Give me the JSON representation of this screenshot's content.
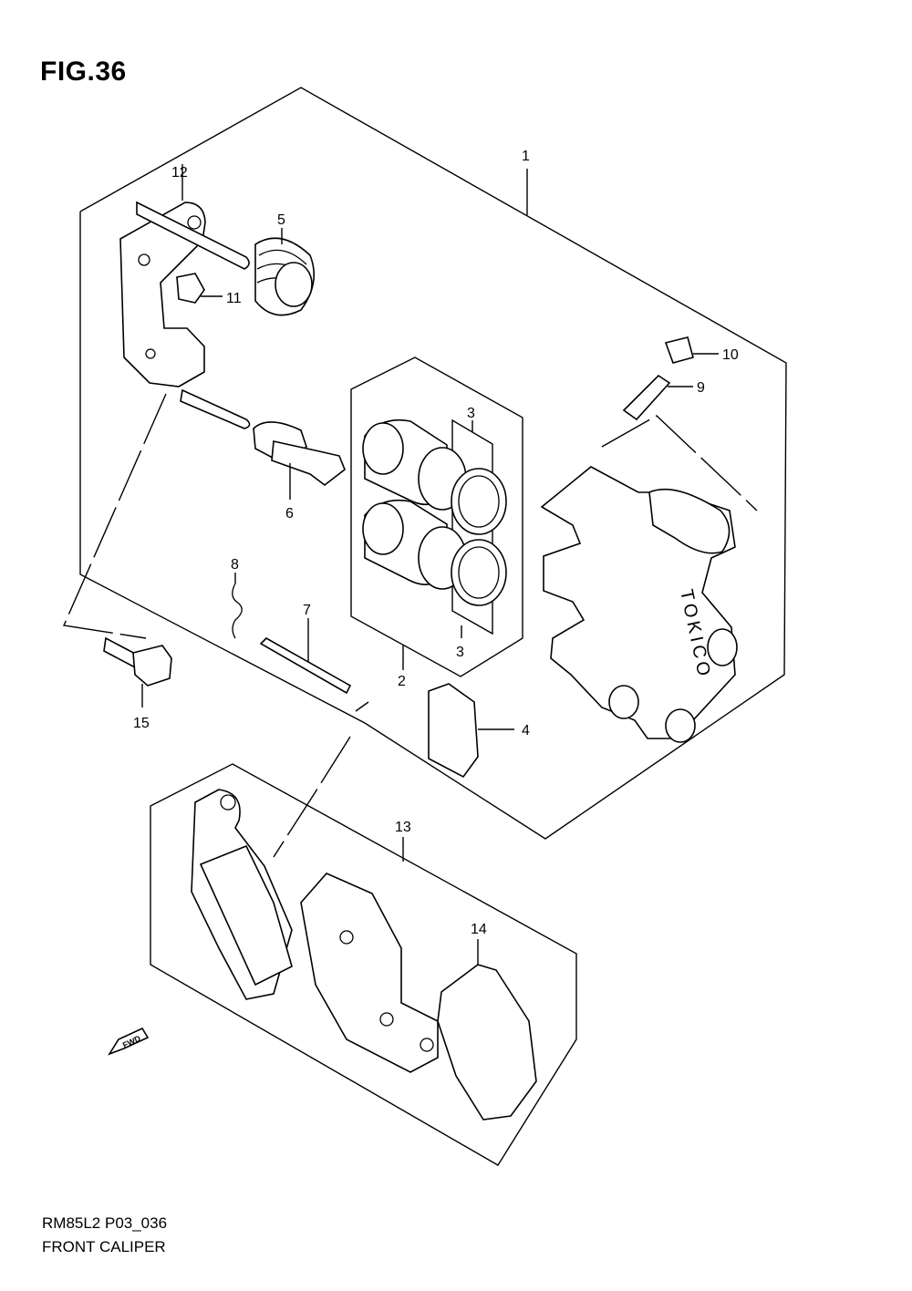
{
  "figure": {
    "title": "FIG.36",
    "code": "RM85L2 P03_036",
    "name": "FRONT CALIPER"
  },
  "callouts": [
    "1",
    "2",
    "3",
    "3",
    "4",
    "5",
    "6",
    "7",
    "8",
    "9",
    "10",
    "11",
    "12",
    "13",
    "14",
    "15"
  ],
  "caliper_brand": "TOKICO",
  "fwd_label": "FWD",
  "colors": {
    "line": "#000000",
    "background": "#ffffff"
  }
}
